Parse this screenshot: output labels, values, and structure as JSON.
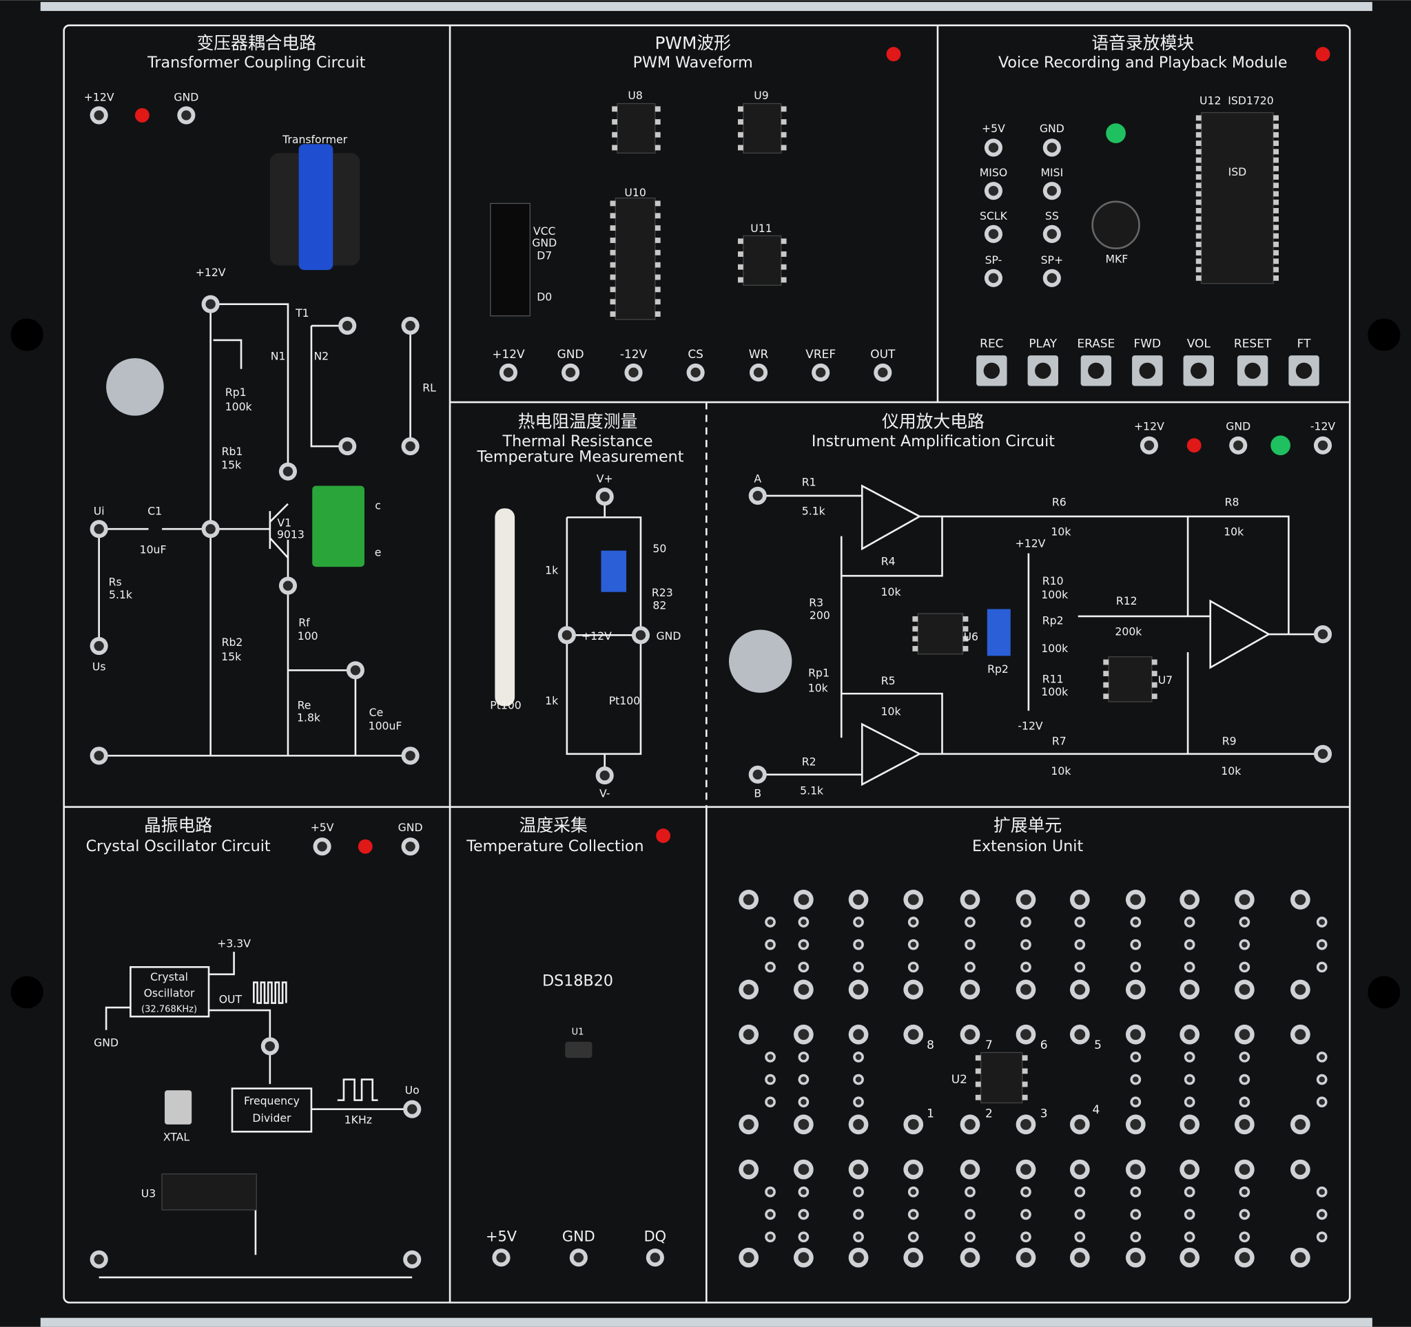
{
  "transformer": {
    "title_cn": "变压器耦合电路",
    "title_en": "Transformer Coupling Circuit",
    "labels": [
      "+12V",
      "GND",
      "Transformer",
      "+12V",
      "T1",
      "N1",
      "N2",
      "Rp1",
      "100k",
      "Rb1",
      "15k",
      "Ui",
      "C1",
      "10uF",
      "V1",
      "9013",
      "c",
      "e",
      "Rs",
      "5.1k",
      "Us",
      "Rb2",
      "15k",
      "Rf",
      "100",
      "Re",
      "1.8k",
      "Ce",
      "100uF",
      "RL"
    ]
  },
  "pwm": {
    "title_cn": "PWM波形",
    "title_en": "PWM Waveform",
    "labels": [
      "U8",
      "U9",
      "U10",
      "U11",
      "VCC",
      "GND",
      "D7",
      "D0"
    ],
    "terminals": [
      "+12V",
      "GND",
      "-12V",
      "CS",
      "WR",
      "VREF",
      "OUT"
    ]
  },
  "voice": {
    "title_cn": "语音录放模块",
    "title_en": "Voice Recording and Playback Module",
    "labels": [
      "U12",
      "ISD1720",
      "+5V",
      "GND",
      "MISO",
      "MISI",
      "SCLK",
      "SS",
      "SP-",
      "SP+",
      "MKF",
      "ISD"
    ],
    "buttons": [
      "REC",
      "PLAY",
      "ERASE",
      "FWD",
      "VOL",
      "RESET",
      "FT"
    ]
  },
  "thermal": {
    "title_cn": "热电阻温度测量",
    "title_en_1": "Thermal Resistance",
    "title_en_2": "Temperature Measurement",
    "labels": [
      "V+",
      "1k",
      "50",
      "R23",
      "82",
      "+12V",
      "GND",
      "1k",
      "Pt100",
      "V-",
      "Pt100"
    ]
  },
  "instrument": {
    "title_cn": "仪用放大电路",
    "title_en": "Instrument Amplification Circuit",
    "labels": [
      "+12V",
      "GND",
      "-12V",
      "A",
      "B",
      "R1",
      "5.1k",
      "R2",
      "5.1k",
      "R4",
      "10k",
      "R3",
      "200",
      "Rp1",
      "10k",
      "R5",
      "10k",
      "R6",
      "10k",
      "R7",
      "10k",
      "R8",
      "10k",
      "R9",
      "10k",
      "+12V",
      "R10",
      "100k",
      "Rp2",
      "100k",
      "R11",
      "100k",
      "-12V",
      "R12",
      "200k",
      "U6",
      "Rp2",
      "U7"
    ]
  },
  "crystal": {
    "title_cn": "晶振电路",
    "title_en": "Crystal Oscillator Circuit",
    "labels": [
      "+5V",
      "GND",
      "+3.3V",
      "Crystal",
      "Oscillator",
      "(32.768KHz)",
      "OUT",
      "GND",
      "Frequency",
      "Divider",
      "1KHz",
      "Uo",
      "XTAL",
      "U3"
    ]
  },
  "temperature": {
    "title_cn": "温度采集",
    "title_en": "Temperature Collection",
    "labels": [
      "DS18B20",
      "U1",
      "+5V",
      "GND",
      "DQ"
    ]
  },
  "extension": {
    "title_cn": "扩展单元",
    "title_en": "Extension Unit",
    "labels": [
      "U2",
      "1",
      "2",
      "3",
      "4",
      "5",
      "6",
      "7",
      "8"
    ]
  },
  "colors": {
    "panel": "#0d0d0d",
    "line": "#f0f0f0",
    "led_red": "#e01818",
    "led_green": "#1fc060",
    "transformer_blue": "#1f4fd0",
    "terminal_green": "#2aa53a"
  }
}
